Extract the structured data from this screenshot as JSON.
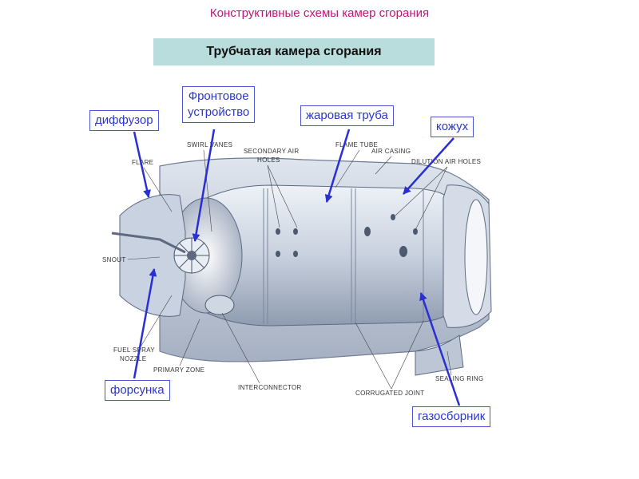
{
  "header": {
    "title": "Конструктивные схемы камер сгорания",
    "subtitle": "Трубчатая камера сгорания"
  },
  "callouts": {
    "diffuser": "диффузор",
    "front_device_line1": "Фронтовое",
    "front_device_line2": "устройство",
    "flame_tube": "жаровая труба",
    "casing": "кожух",
    "injector": "форсунка",
    "gas_collector": "газосборник"
  },
  "diagram_labels": {
    "swirl_vanes": "SWIRL VANES",
    "flare": "FLARE",
    "secondary_air_holes_1": "SECONDARY  AIR",
    "secondary_air_holes_2": "HOLES",
    "flame_tube": "FLAME TUBE",
    "air_casing": "AIR CASING",
    "dilution_air_holes": "DILUTION  AIR HOLES",
    "snout": "SNOUT",
    "fuel_spray_nozzle_1": "FUEL SPRAY",
    "fuel_spray_nozzle_2": "NOZZLE",
    "primary_zone": "PRIMARY ZONE",
    "interconnector": "INTERCONNECTOR",
    "corrugated_joint": "CORRUGATED  JOINT",
    "sealing_ring": "SEALING RING"
  },
  "colors": {
    "title": "#c0167a",
    "subtitle_bg": "#b9dcdc",
    "callout_text": "#2b37c9",
    "arrow": "#2a2fd4",
    "engine_light": "#e2e8f1",
    "engine_mid": "#b7c2d3",
    "engine_dark": "#6f7c92"
  }
}
